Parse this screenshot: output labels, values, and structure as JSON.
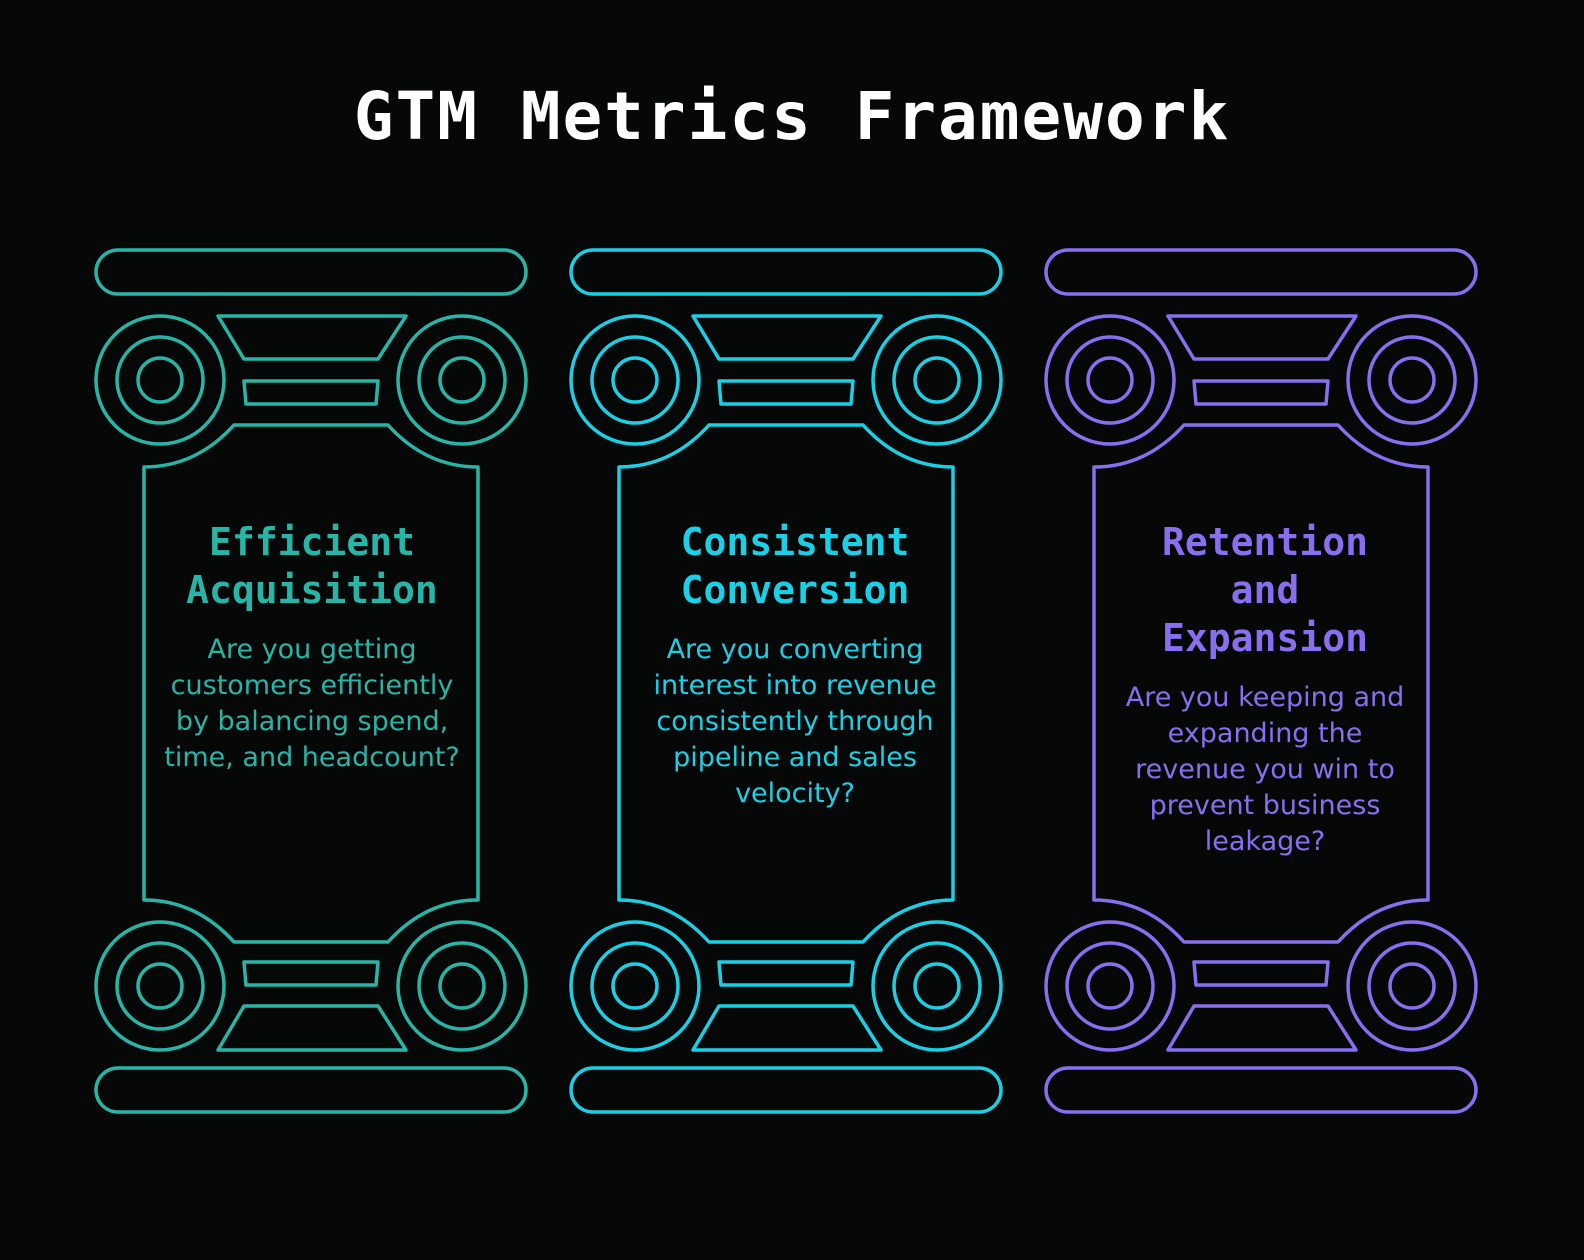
{
  "title": "GTM Metrics Framework",
  "pillars": [
    {
      "heading": "Efficient Acquisition",
      "body": "Are you getting customers efficiently by balancing spend, time, and headcount?",
      "color": "#27b5a8"
    },
    {
      "heading": "Consistent Conversion",
      "body": "Are you converting interest into revenue consistently through pipeline and sales velocity?",
      "color": "#1ad0e6"
    },
    {
      "heading": "Retention and Expansion",
      "body": "Are you keeping and expanding the revenue you win to prevent business leakage?",
      "color": "#8a6ef0"
    }
  ]
}
